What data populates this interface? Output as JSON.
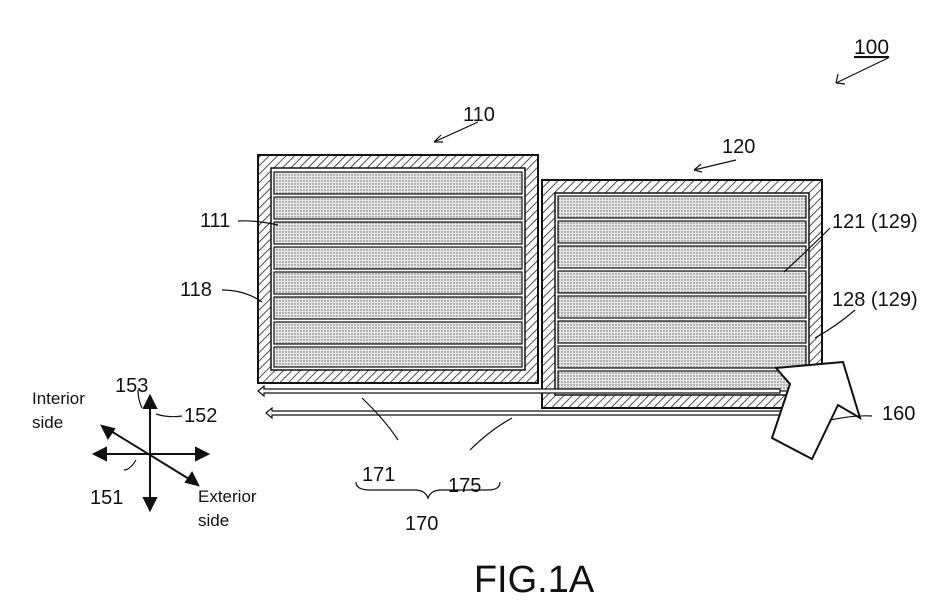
{
  "figure": {
    "ref_main": "100",
    "ref_module_left": "110",
    "ref_module_right": "120",
    "ref_left_cell": "111",
    "ref_left_case": "118",
    "ref_right_cell": "121 (129)",
    "ref_right_case": "128 (129)",
    "ref_arrow": "160",
    "ref_channel_a": "171",
    "ref_channel_b": "175",
    "ref_channel_group": "170",
    "axis_152": "152",
    "axis_153": "153",
    "axis_151": "151",
    "interior_line1": "Interior",
    "interior_line2": "side",
    "exterior_line1": "Exterior",
    "exterior_line2": "side",
    "caption": "FIG.1A"
  }
}
